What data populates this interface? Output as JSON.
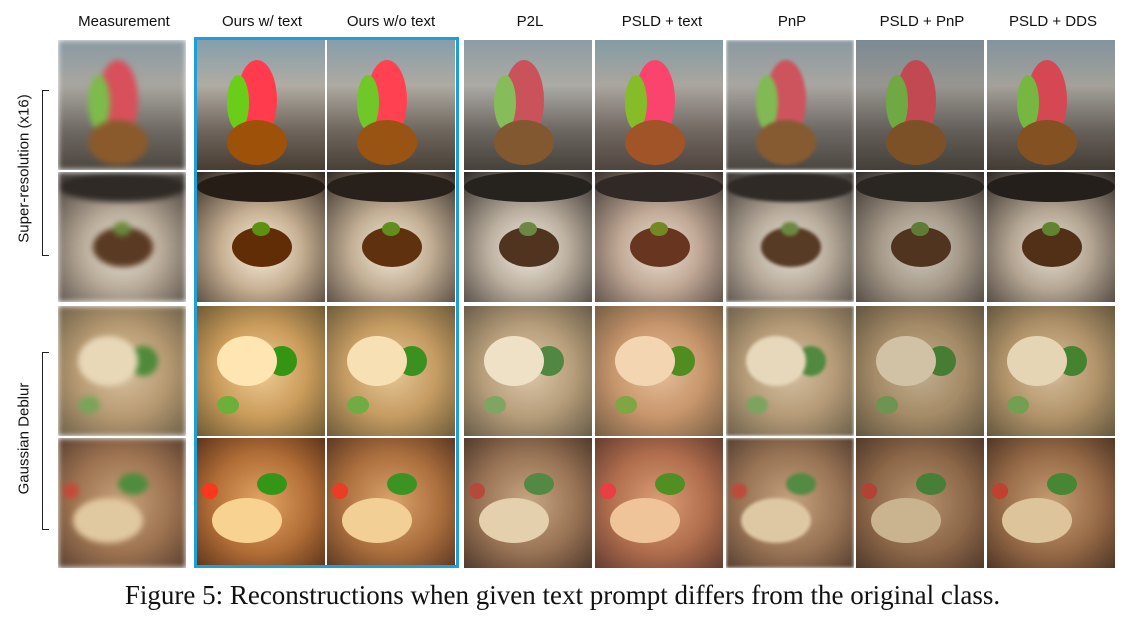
{
  "figure": {
    "columns": [
      "Measurement",
      "Ours w/ text",
      "Ours w/o text",
      "P2L",
      "PSLD + text",
      "PnP",
      "PSLD + PnP",
      "PSLD + DDS"
    ],
    "row_groups": [
      {
        "label": "Super-resolution (x16)"
      },
      {
        "label": "Gaussian Deblur"
      }
    ],
    "highlight_color": "#1f9fd8",
    "caption": "Figure 5: Reconstructions when given text prompt differs from the original class."
  }
}
